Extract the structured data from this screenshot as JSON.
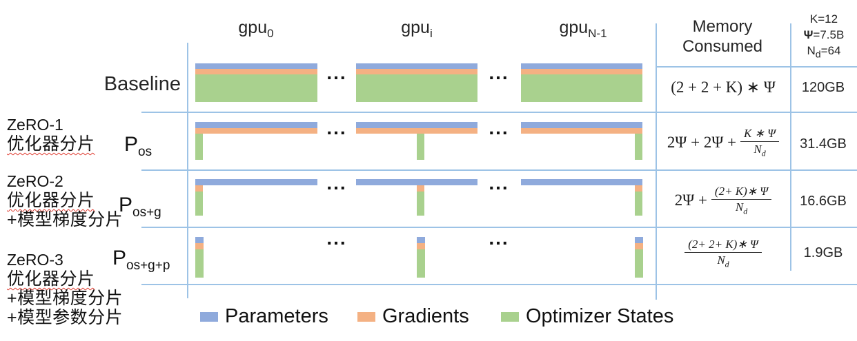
{
  "colors": {
    "parameters": "#8FAADC",
    "gradients": "#F4B183",
    "optimizer_states": "#A9D18E",
    "grid_line": "#9DC3E6",
    "spellcheck_red": "#E03C31"
  },
  "gpu_columns": [
    {
      "base": "gpu",
      "sub": "0"
    },
    {
      "base": "gpu",
      "sub": "i"
    },
    {
      "base": "gpu",
      "sub": "N-1"
    }
  ],
  "ellipsis": "...",
  "header": {
    "memory_line1": "Memory",
    "memory_line2": "Consumed",
    "constants": {
      "k": "K=12",
      "psi_symbol": "Ψ",
      "psi_rest": "=7.5B",
      "nd_base": "N",
      "nd_sub": "d",
      "nd_rest": "=64"
    }
  },
  "rows": [
    {
      "name": "Baseline",
      "formula": {
        "text": "(2 + 2 + K) ∗ Ψ"
      },
      "memory": "120GB"
    },
    {
      "zero": "ZeRO-1",
      "zero_desc": [
        "优化器分片"
      ],
      "p_base": "P",
      "p_sub": "os",
      "formula": {
        "pre": "2Ψ + 2Ψ +",
        "num": "K ∗ Ψ",
        "den_base": "N",
        "den_sub": "d"
      },
      "memory": "31.4GB"
    },
    {
      "zero": "ZeRO-2",
      "zero_desc": [
        "优化器分片",
        "+模型梯度分片"
      ],
      "p_base": "P",
      "p_sub": "os+g",
      "formula": {
        "pre": "2Ψ +",
        "num": "(2+ K)∗ Ψ",
        "den_base": "N",
        "den_sub": "d"
      },
      "memory": "16.6GB"
    },
    {
      "zero": "ZeRO-3",
      "zero_desc": [
        "优化器分片",
        "+模型梯度分片",
        "+模型参数分片"
      ],
      "p_base": "P",
      "p_sub": "os+g+p",
      "formula": {
        "num": "(2+ 2+ K)∗ Ψ",
        "den_base": "N",
        "den_sub": "d"
      },
      "memory": "1.9GB"
    }
  ],
  "legend": [
    {
      "label": "Parameters",
      "color": "#8FAADC"
    },
    {
      "label": "Gradients",
      "color": "#F4B183"
    },
    {
      "label": "Optimizer States",
      "color": "#A9D18E"
    }
  ]
}
